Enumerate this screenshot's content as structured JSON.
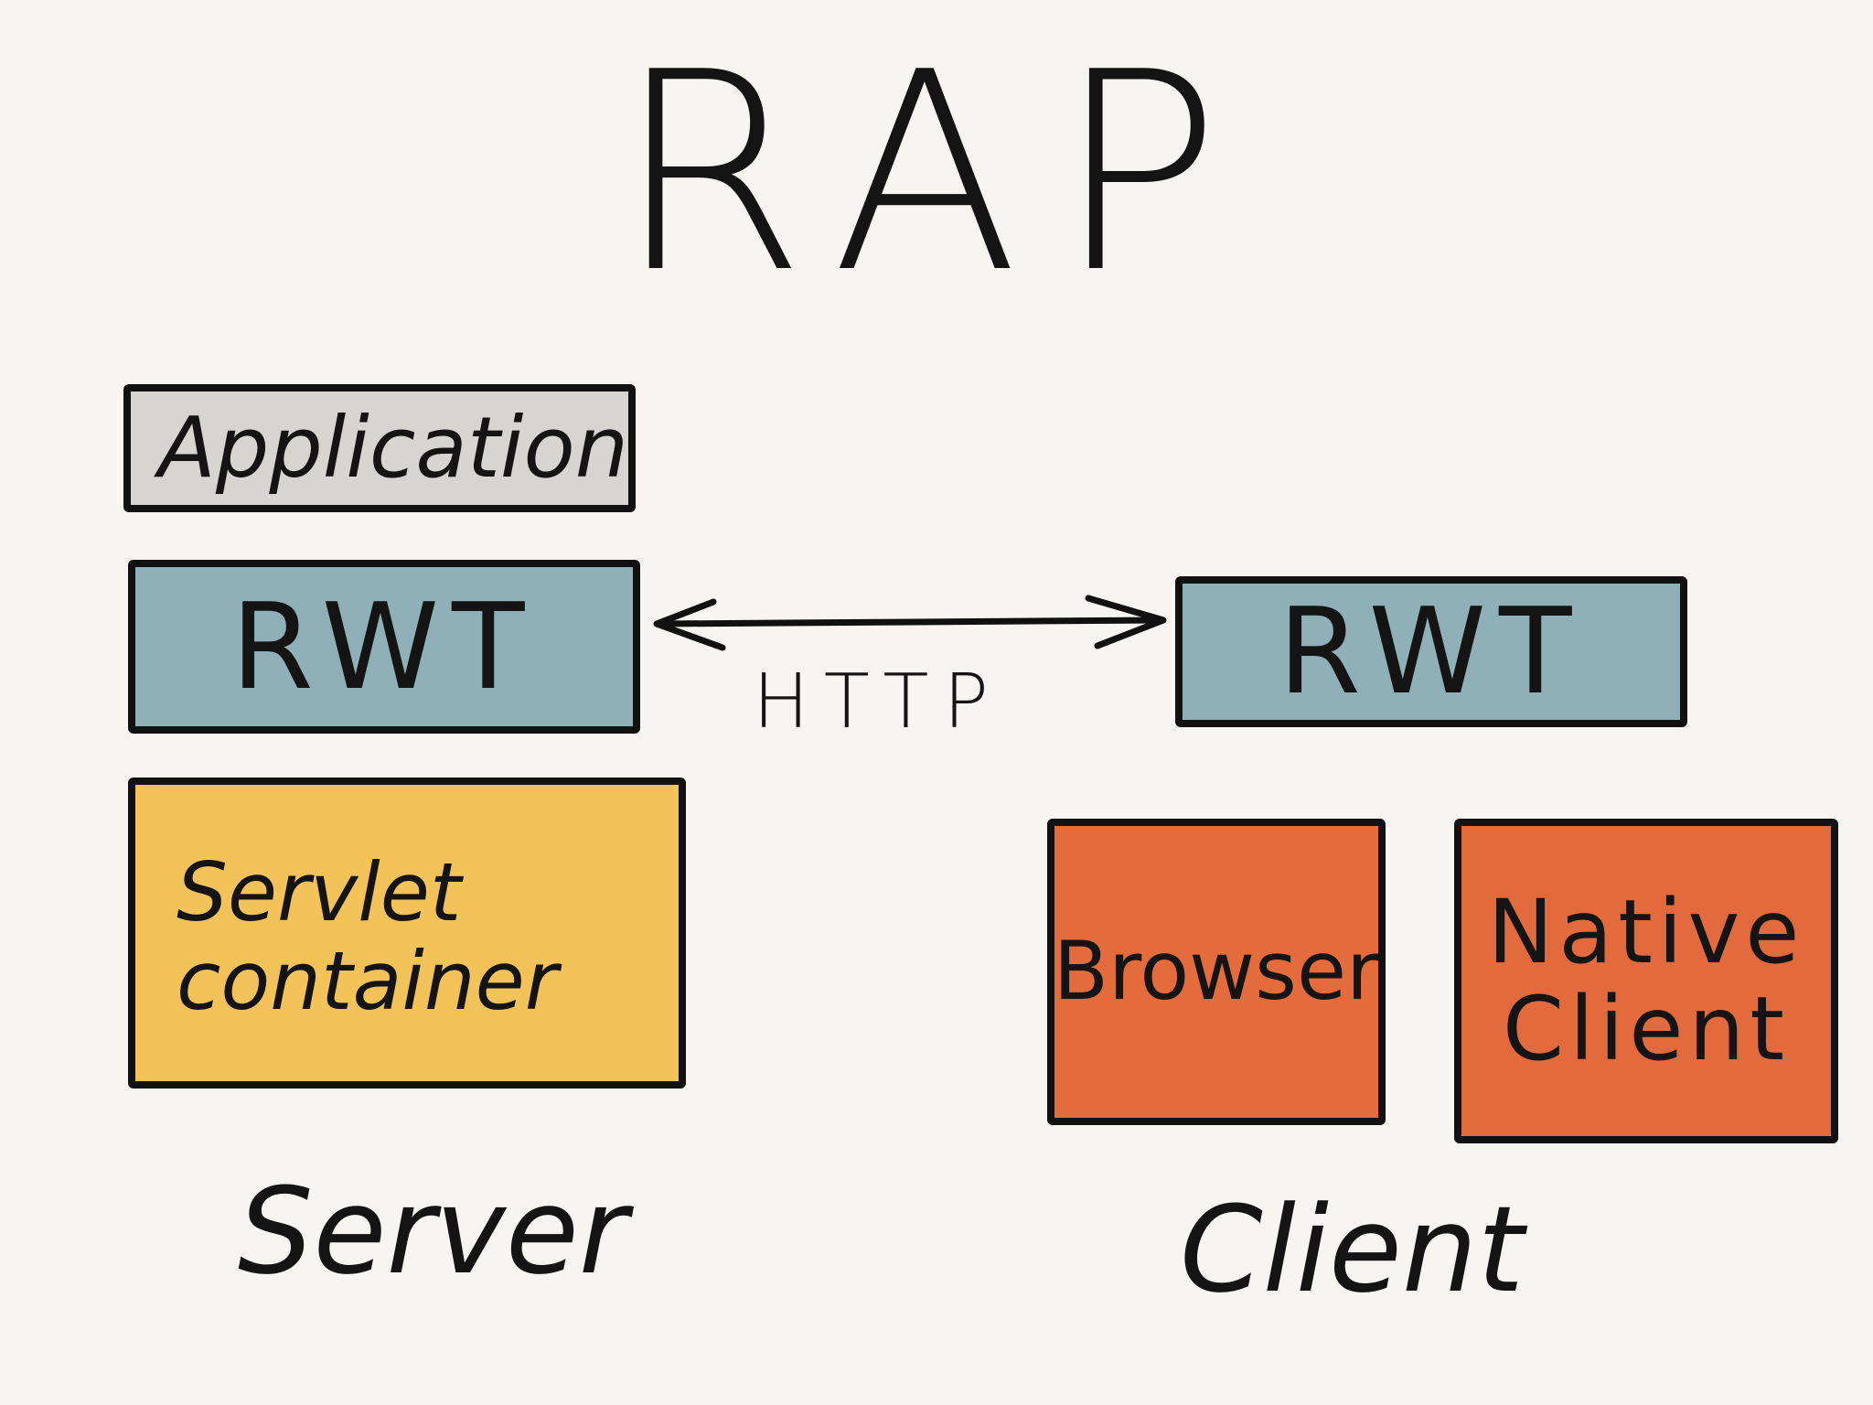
{
  "diagram": {
    "title": "RAP",
    "nodes": {
      "application": {
        "label": "Application",
        "color": "#d7d5d1"
      },
      "rwt_server": {
        "label": "RWT",
        "color": "#8fb0b6"
      },
      "servlet_container": {
        "label": "Servlet\ncontainer",
        "color": "#f3c35a"
      },
      "rwt_client": {
        "label": "RWT",
        "color": "#8fb0b6"
      },
      "browser": {
        "label": "Browser",
        "color": "#e46b3c"
      },
      "native_client": {
        "label": "Native\nClient",
        "color": "#e26a3d"
      }
    },
    "edges": [
      {
        "from": "rwt_server",
        "to": "rwt_client",
        "label": "HTTP",
        "direction": "bidirectional"
      }
    ],
    "groups": {
      "server": {
        "label": "Server"
      },
      "client": {
        "label": "Client"
      }
    }
  }
}
